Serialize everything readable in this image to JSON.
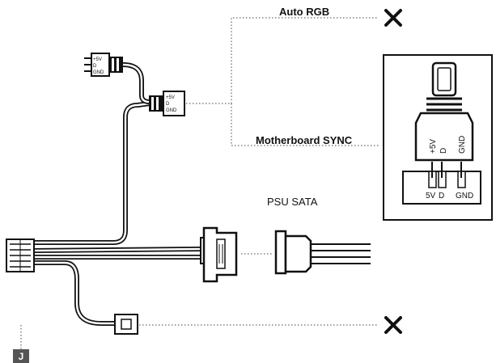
{
  "labels": {
    "auto_rgb": "Auto RGB",
    "motherboard_sync": "Motherboard SYNC",
    "psu_sata": "PSU SATA",
    "badge": "J"
  },
  "connector_pins": {
    "pin1": "+5V",
    "pin2": "D",
    "pin3": "GND"
  },
  "header_pins": {
    "pin1": "5V",
    "pin2": "D",
    "pin3": "GND"
  },
  "colors": {
    "stroke": "#111111",
    "badge_bg": "#555555",
    "badge_text": "#ffffff",
    "dotted": "#444444"
  },
  "icons": {
    "no_connection": "x-icon"
  }
}
